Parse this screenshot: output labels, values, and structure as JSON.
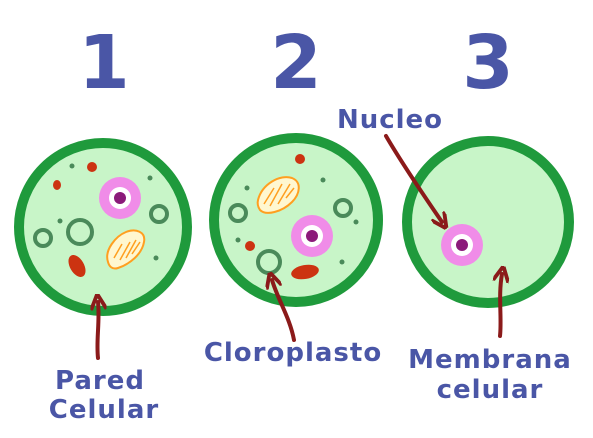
{
  "numbers": [
    "1",
    "2",
    "3"
  ],
  "labels": {
    "pared_line1": "Pared",
    "pared_line2": "Celular",
    "cloroplasto": "Cloroplasto",
    "nucleo": "Nucleo",
    "membrana_line1": "Membrana",
    "membrana_line2": "celular"
  },
  "colors": {
    "text": "#4a56a6",
    "cell_fill": "#c8f5c8",
    "cell_wall": "#1f9a3c",
    "nucleus_outer": "#f08ce8",
    "nucleus_inner": "#ffffff",
    "nucleolus": "#8b1a7a",
    "arrow": "#8b1a1a",
    "mitochondria": "#cc3311",
    "chloroplast": "#ff9f20",
    "vacuole": "#4a8a5a"
  }
}
